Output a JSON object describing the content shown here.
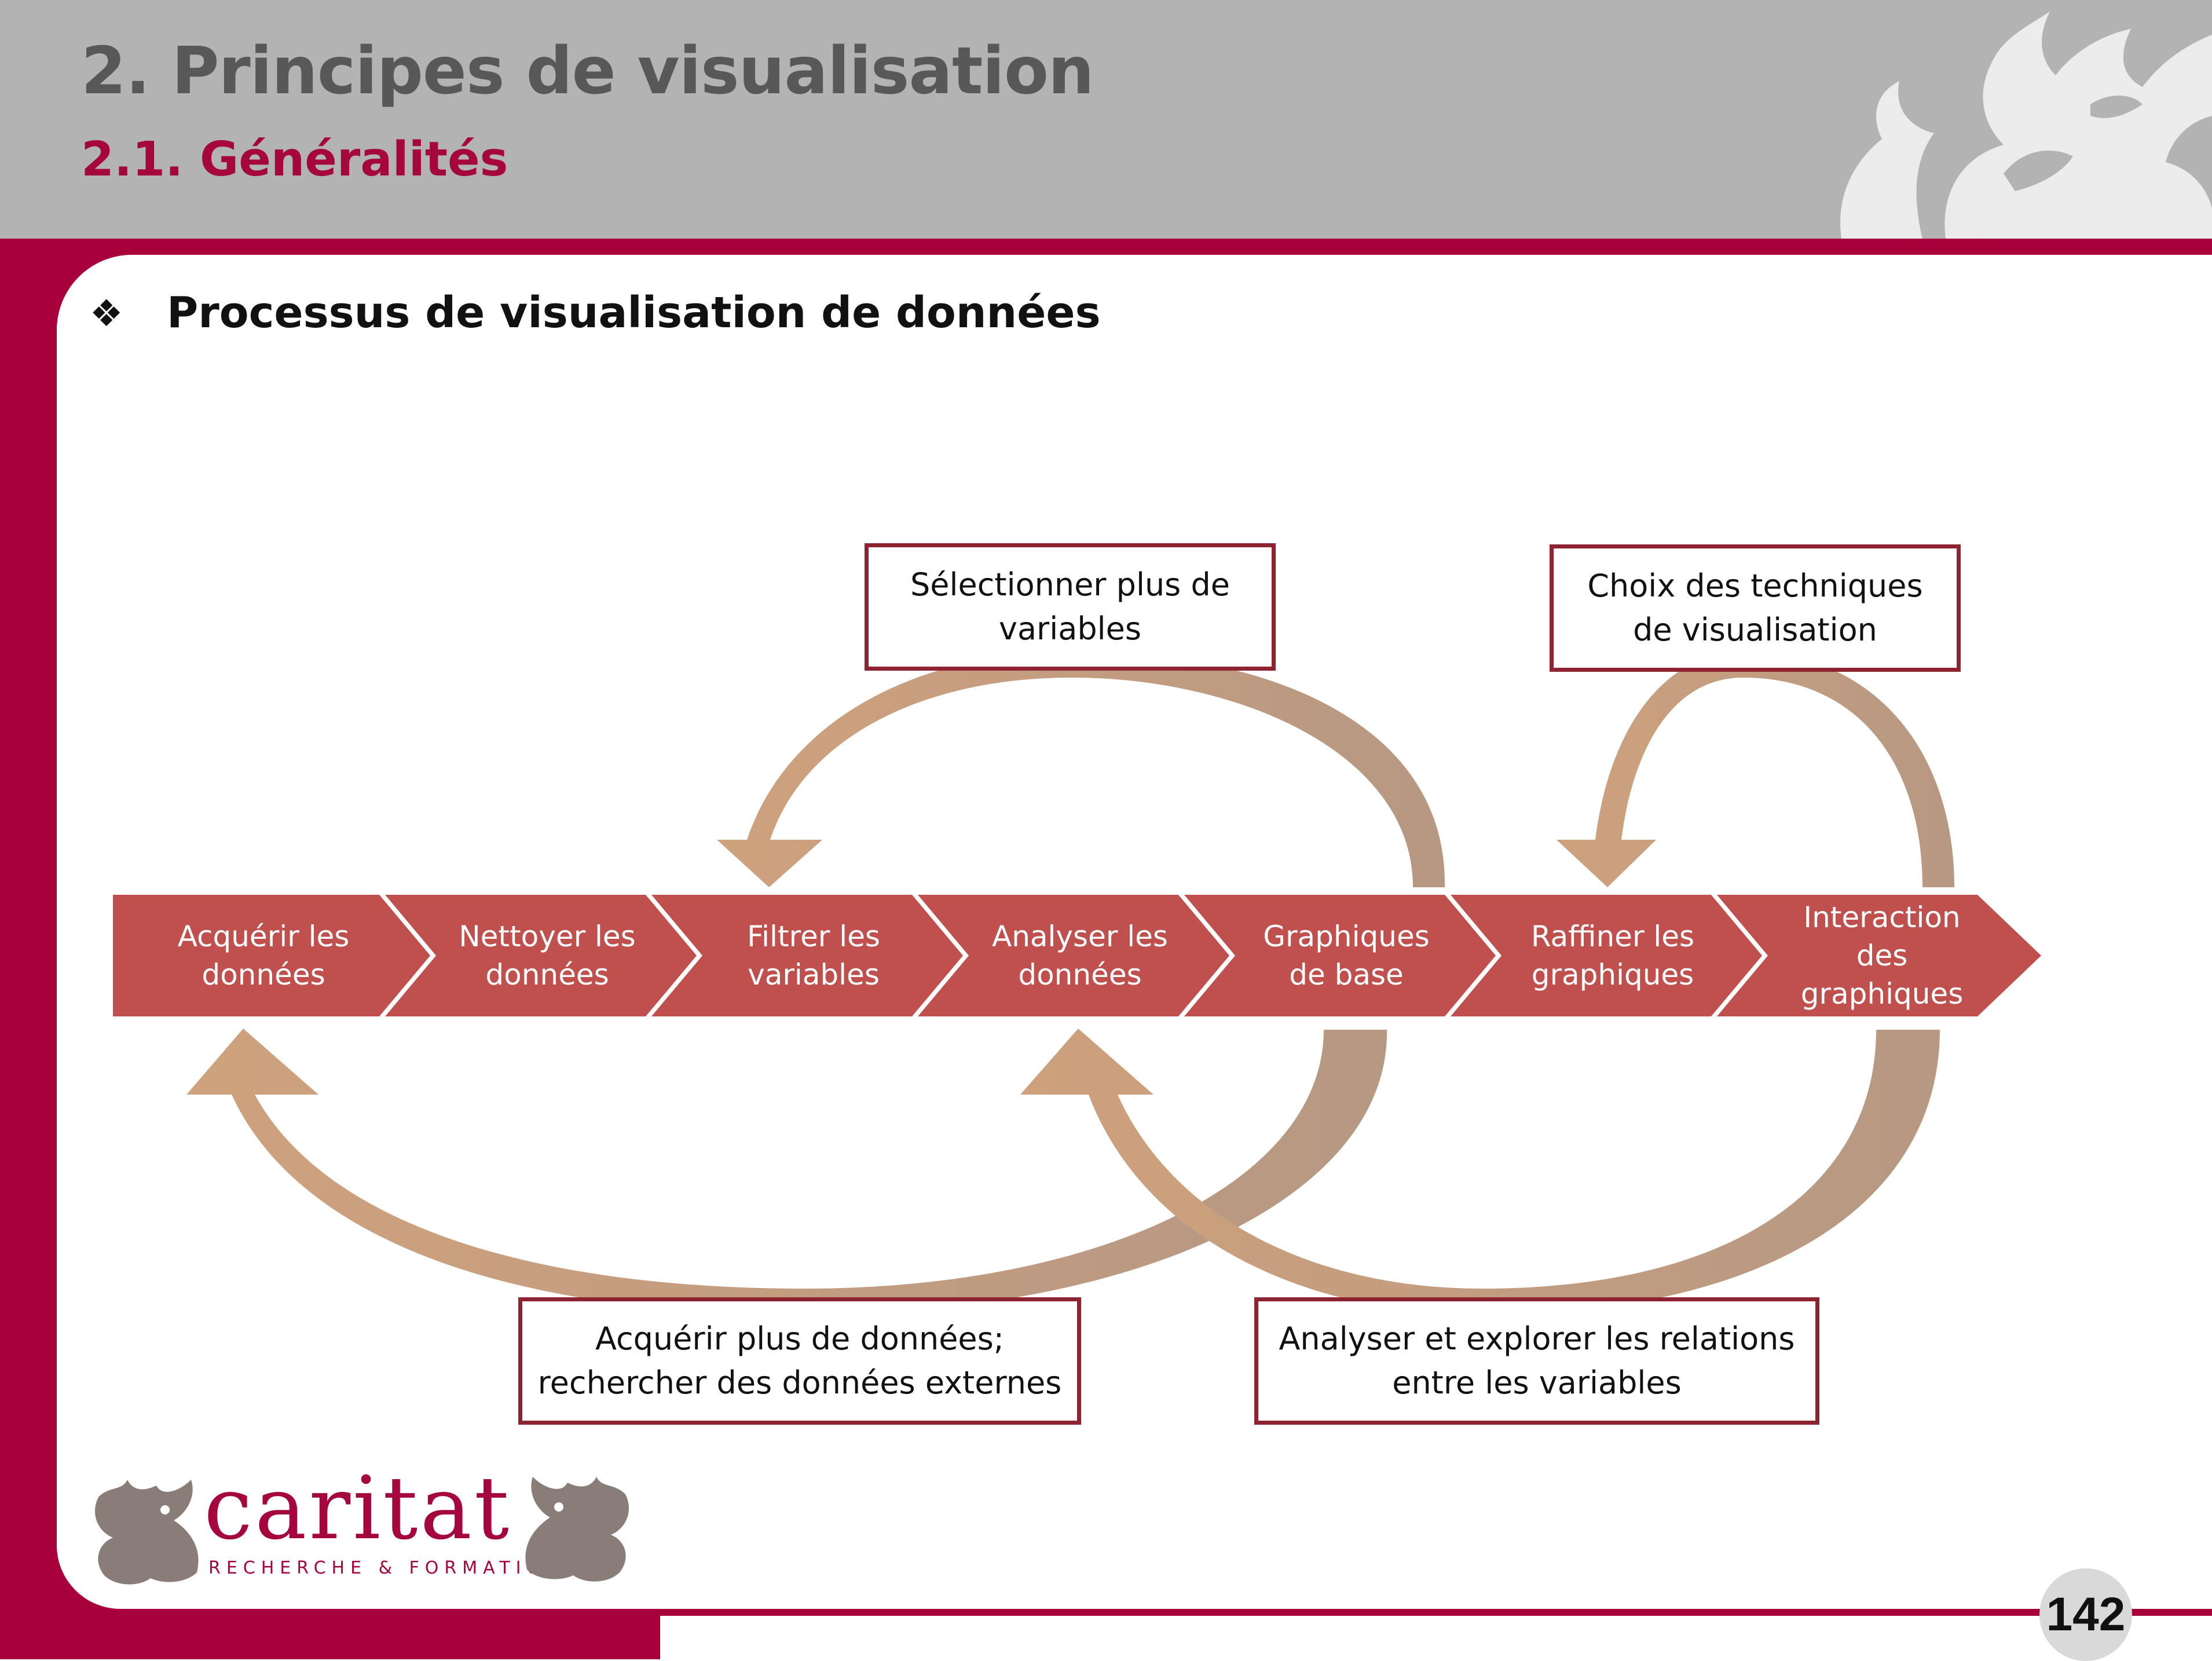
{
  "slide": {
    "title": "2. Principes de visualisation",
    "subtitle": "2.1. Généralités",
    "bullet": "Processus de visualisation de données",
    "page_number": "142"
  },
  "process_steps": [
    "Acquérir les\ndonnées",
    "Nettoyer les\ndonnées",
    "Filtrer les\nvariables",
    "Analyser les\ndonnées",
    "Graphiques\nde base",
    "Raffiner les\ngraphiques",
    "Interaction\ndes\ngraphiques"
  ],
  "feedback_loops": [
    {
      "label": "Sélectionner plus de\nvariables",
      "from": "Graphiques de base",
      "to": "Filtrer les variables"
    },
    {
      "label": "Choix des techniques\nde visualisation",
      "from": "Interaction des graphiques",
      "to": "Raffiner les graphiques"
    },
    {
      "label": "Acquérir plus de données;\nrechercher des données externes",
      "from": "Graphiques de base",
      "to": "Acquérir les données"
    },
    {
      "label": "Analyser et explorer les relations\nentre les variables",
      "from": "Interaction des graphiques",
      "to": "Analyser les données"
    }
  ],
  "logo": {
    "name": "caritat",
    "tagline": "RECHERCHE & FORMATION"
  },
  "colors": {
    "brand": "#a8003b",
    "header_bg": "#b2b3b2",
    "chevron": "#c0504d",
    "arrow": "#c8956b",
    "box_border": "#8e2432"
  }
}
